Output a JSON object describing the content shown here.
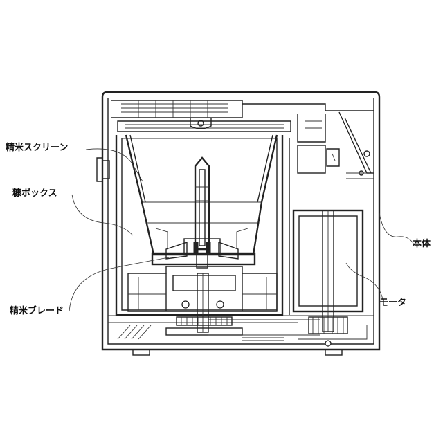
{
  "labels": {
    "polishing_screen": "精米スクリーン",
    "bran_box": "糠ボックス",
    "polishing_blade": "精米ブレード",
    "body": "本体",
    "motor": "モータ"
  },
  "colors": {
    "line": "#222222",
    "background": "#ffffff",
    "text": "#111111"
  }
}
